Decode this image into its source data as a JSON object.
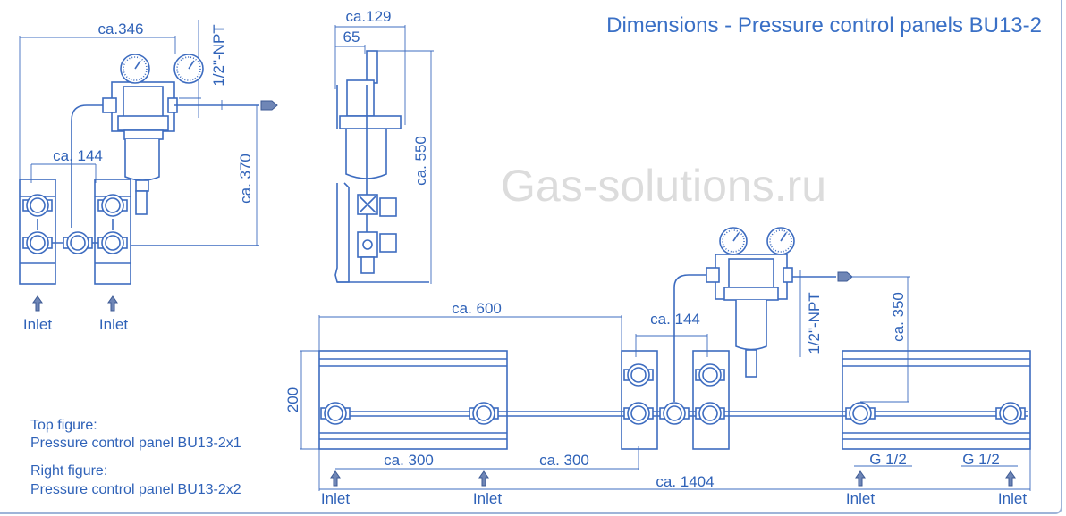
{
  "title": "Dimensions - Pressure control panels BU13-2",
  "top_left_figure": {
    "width_dim": "ca.346",
    "spacing_dim": "ca. 144",
    "height_dim": "ca. 370",
    "outlet_thread": "1/2\"-NPT",
    "inlet_labels": [
      "Inlet",
      "Inlet"
    ]
  },
  "side_figure": {
    "depth_dim": "ca.129",
    "offset_dim": "65",
    "height_dim": "ca. 550"
  },
  "bottom_figure": {
    "panel_width_dim": "ca. 600",
    "spacing_dim": "ca. 144",
    "panel_height_dim": "200",
    "inlet_spacing_dims": [
      "ca. 300",
      "ca. 300"
    ],
    "total_width_dim": "ca. 1404",
    "outlet_height_dim": "ca. 350",
    "outlet_thread": "1/2\"-NPT",
    "inlet_threads": [
      "G 1/2",
      "G 1/2"
    ],
    "inlet_labels": [
      "Inlet",
      "Inlet",
      "Inlet",
      "Inlet"
    ]
  },
  "captions": {
    "top_label": "Top figure:",
    "top_desc": "Pressure control panel BU13-2x1",
    "right_label": "Right figure:",
    "right_desc": "Pressure control panel BU13-2x2"
  },
  "watermark": "Gas-solutions.ru",
  "colors": {
    "line": "#3d6cc0",
    "title": "#3a70c6"
  }
}
